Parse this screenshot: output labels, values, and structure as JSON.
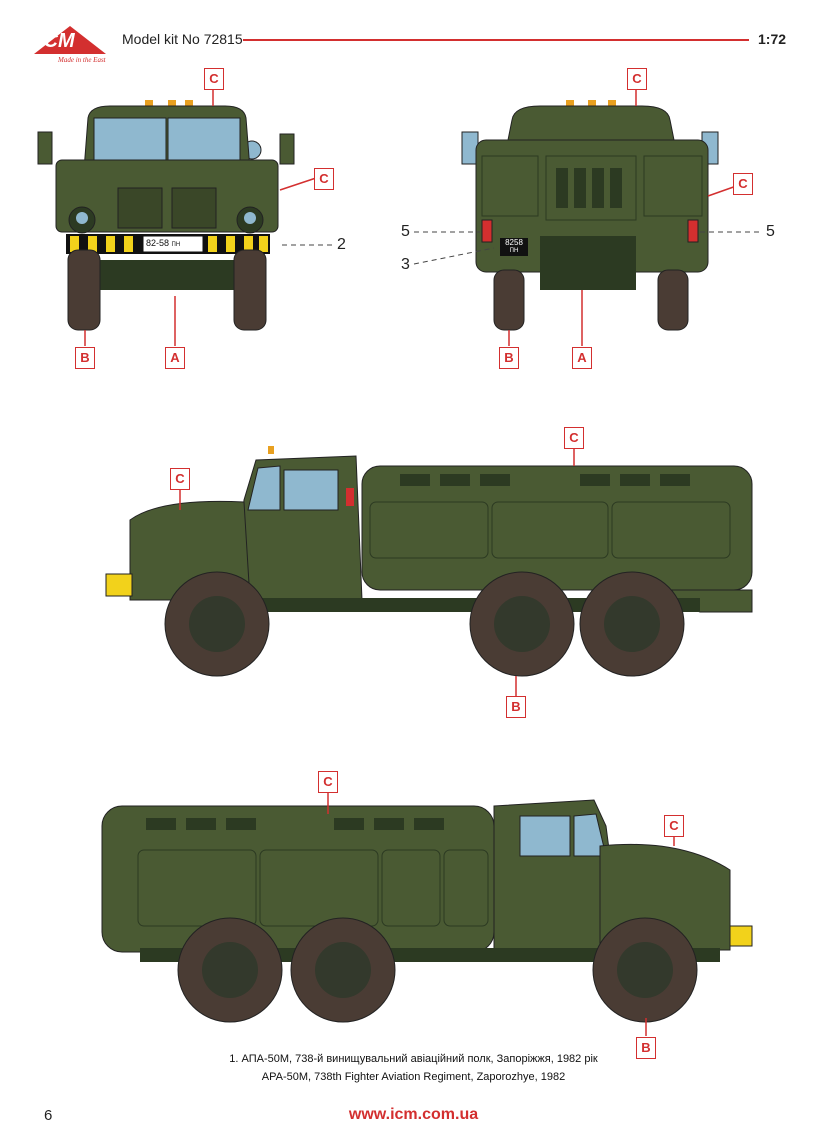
{
  "header": {
    "logo_text": "ICM",
    "logo_tagline": "Made in the East",
    "title": "Model kit No 72815",
    "scale": "1:72"
  },
  "callouts": {
    "front_c_top": "C",
    "front_c_side": "C",
    "front_b": "B",
    "front_a": "A",
    "rear_c_top": "C",
    "rear_c_side": "C",
    "rear_b": "B",
    "rear_a": "A",
    "left_c_tank": "C",
    "left_c_hood": "C",
    "left_b": "B",
    "right_c_tank": "C",
    "right_c_hood": "C",
    "right_b": "B"
  },
  "decal_numbers": {
    "front_2": "2",
    "rear_5_left": "5",
    "rear_5_right": "5",
    "rear_3": "3"
  },
  "plates": {
    "front": "82-58",
    "front_suffix": "ПН",
    "rear": "8258",
    "rear_suffix": "ПН"
  },
  "caption": {
    "ukrainian": "1. АПА-50М, 738-й винищувальний авіаційний полк, Запоріжжя, 1982 рік",
    "english": "APA-50M, 738th Fighter Aviation Regiment, Zaporozhye, 1982"
  },
  "footer": {
    "page_number": "6",
    "website": "www.icm.com.ua"
  },
  "colors": {
    "olive": "#4a5a33",
    "olive_dark": "#3a4728",
    "glass": "#8fb8cf",
    "tire": "#4a3c34",
    "accent_red": "#d32f2f",
    "stripe_yellow": "#f2d21b"
  }
}
